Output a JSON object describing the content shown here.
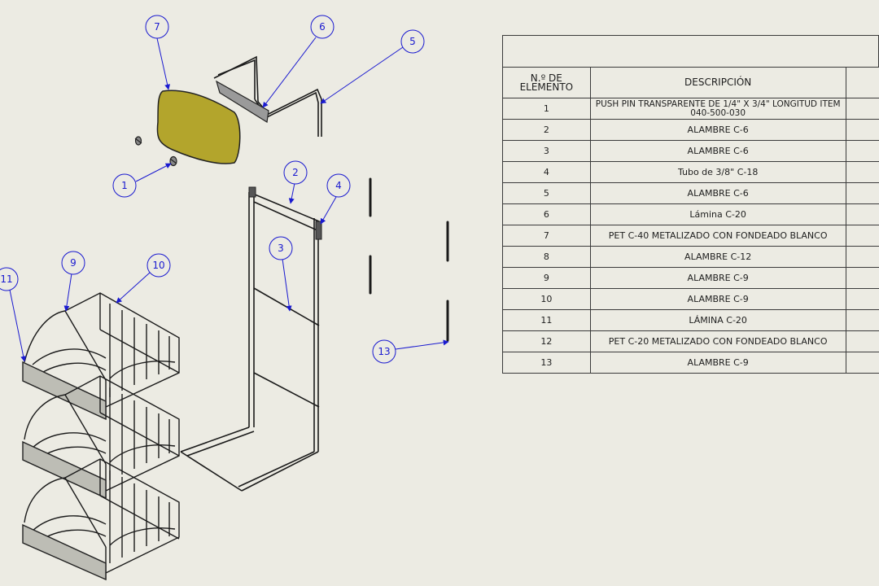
{
  "bom": {
    "headers": {
      "item_no": "N.º DE ELEMENTO",
      "description": "DESCRIPCIÓN"
    },
    "rows": [
      {
        "item_no": "1",
        "description": "PUSH PIN TRANSPARENTE DE 1/4\" X 3/4\" LONGITUD ITEM 040-500-030"
      },
      {
        "item_no": "2",
        "description": "ALAMBRE C-6"
      },
      {
        "item_no": "3",
        "description": "ALAMBRE C-6"
      },
      {
        "item_no": "4",
        "description": "Tubo de 3/8\" C-18"
      },
      {
        "item_no": "5",
        "description": "ALAMBRE C-6"
      },
      {
        "item_no": "6",
        "description": "Lámina C-20"
      },
      {
        "item_no": "7",
        "description": "PET C-40 METALIZADO CON FONDEADO BLANCO"
      },
      {
        "item_no": "8",
        "description": "ALAMBRE C-12"
      },
      {
        "item_no": "9",
        "description": "ALAMBRE C-9"
      },
      {
        "item_no": "10",
        "description": "ALAMBRE C-9"
      },
      {
        "item_no": "11",
        "description": "LÁMINA C-20"
      },
      {
        "item_no": "12",
        "description": "PET C-20 METALIZADO CON FONDEADO BLANCO"
      },
      {
        "item_no": "13",
        "description": "ALAMBRE C-9"
      }
    ]
  },
  "balloons": {
    "b1": "1",
    "b2": "2",
    "b3": "3",
    "b4": "4",
    "b5": "5",
    "b6": "6",
    "b7": "7",
    "b9": "9",
    "b10": "10",
    "b11": "11",
    "b13": "13"
  },
  "colors": {
    "balloon": "#1a1ad0",
    "sign_panel": "#b3a52c",
    "wire": "#1a1a1a",
    "background": "#ecebe3"
  }
}
